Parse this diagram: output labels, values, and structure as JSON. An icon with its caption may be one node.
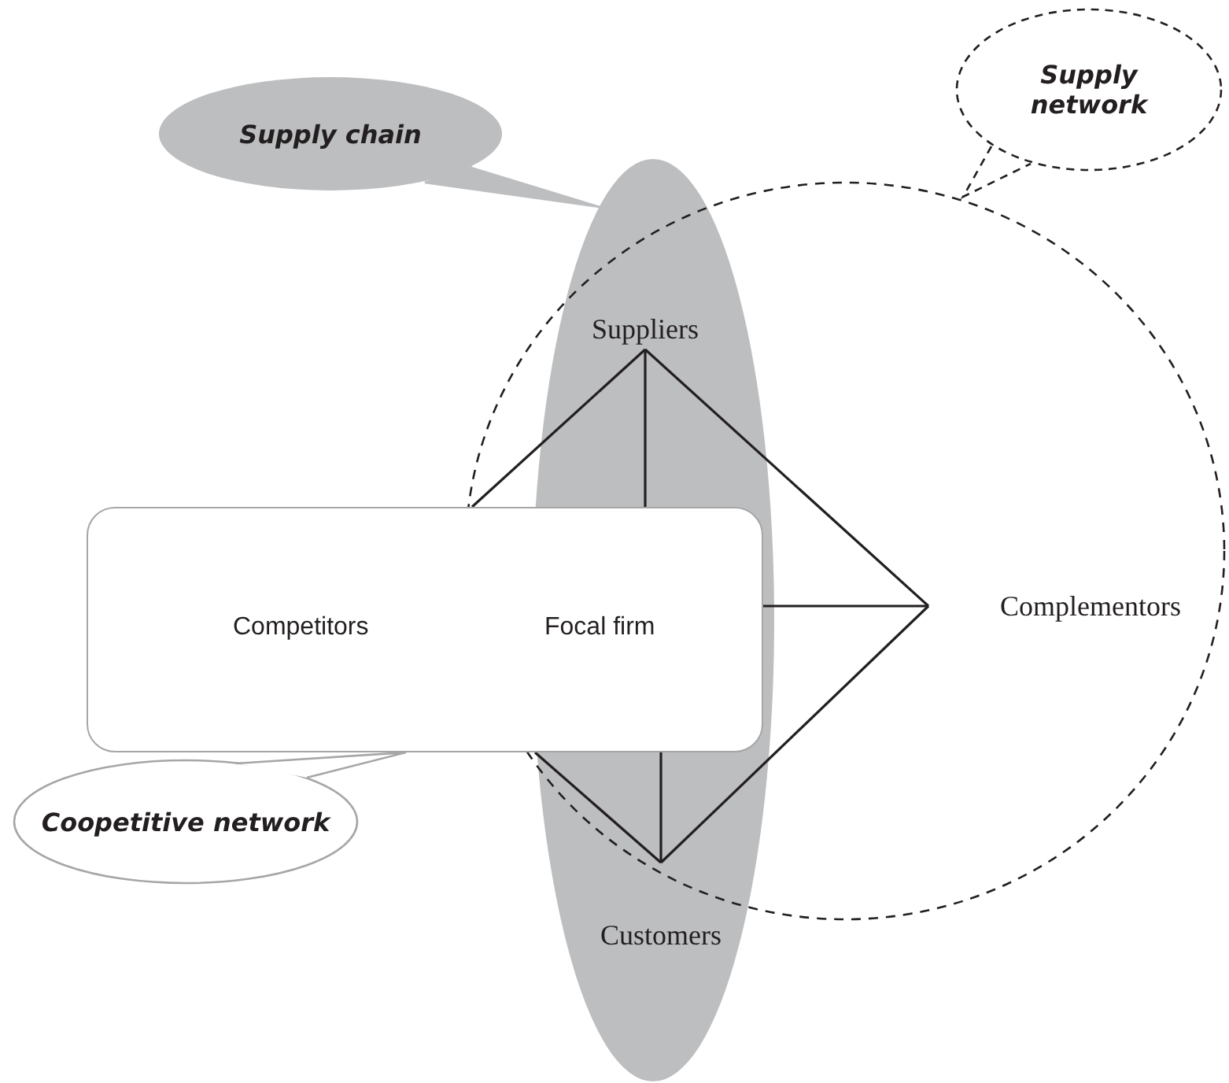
{
  "diagram": {
    "nodes": [
      {
        "text": [
          "Supply chain"
        ]
      },
      {
        "text": [
          "Supply network"
        ]
      },
      {
        "text": [],
        "shape": "ellipse"
      },
      {
        "text": [],
        "shape": "ellipse"
      },
      {
        "text": [
          "Suppliers"
        ]
      },
      {
        "text": [
          "Competitors",
          "Focal firm"
        ]
      },
      {
        "text": [
          "Complementors"
        ],
        "in": 3
      },
      {
        "text": [
          "Coopetitive network"
        ]
      },
      {
        "text": [
          "Customers"
        ],
        "in": 2
      }
    ],
    "edges": [
      {
        "from": 0,
        "to": 2,
        "arrow": "none",
        "color": "#bdbec0"
      },
      {
        "from": 1,
        "to": 3,
        "arrow": "none",
        "style": "dashed"
      },
      {
        "from": 4,
        "to": 5,
        "arrow": "none"
      },
      {
        "from": 4,
        "to": 5,
        "arrow": "none"
      },
      {
        "from": 4,
        "to": 6,
        "arrow": "none"
      },
      {
        "from": 6,
        "to": 5,
        "arrow": "none"
      },
      {
        "from": 6,
        "to": 8,
        "arrow": "none"
      },
      {
        "from": 8,
        "to": 5,
        "arrow": "none"
      },
      {
        "from": 8,
        "to": 5,
        "arrow": "none"
      },
      {
        "from": 7,
        "to": 5,
        "arrow": "none",
        "color": "#a6a6a6"
      }
    ]
  }
}
